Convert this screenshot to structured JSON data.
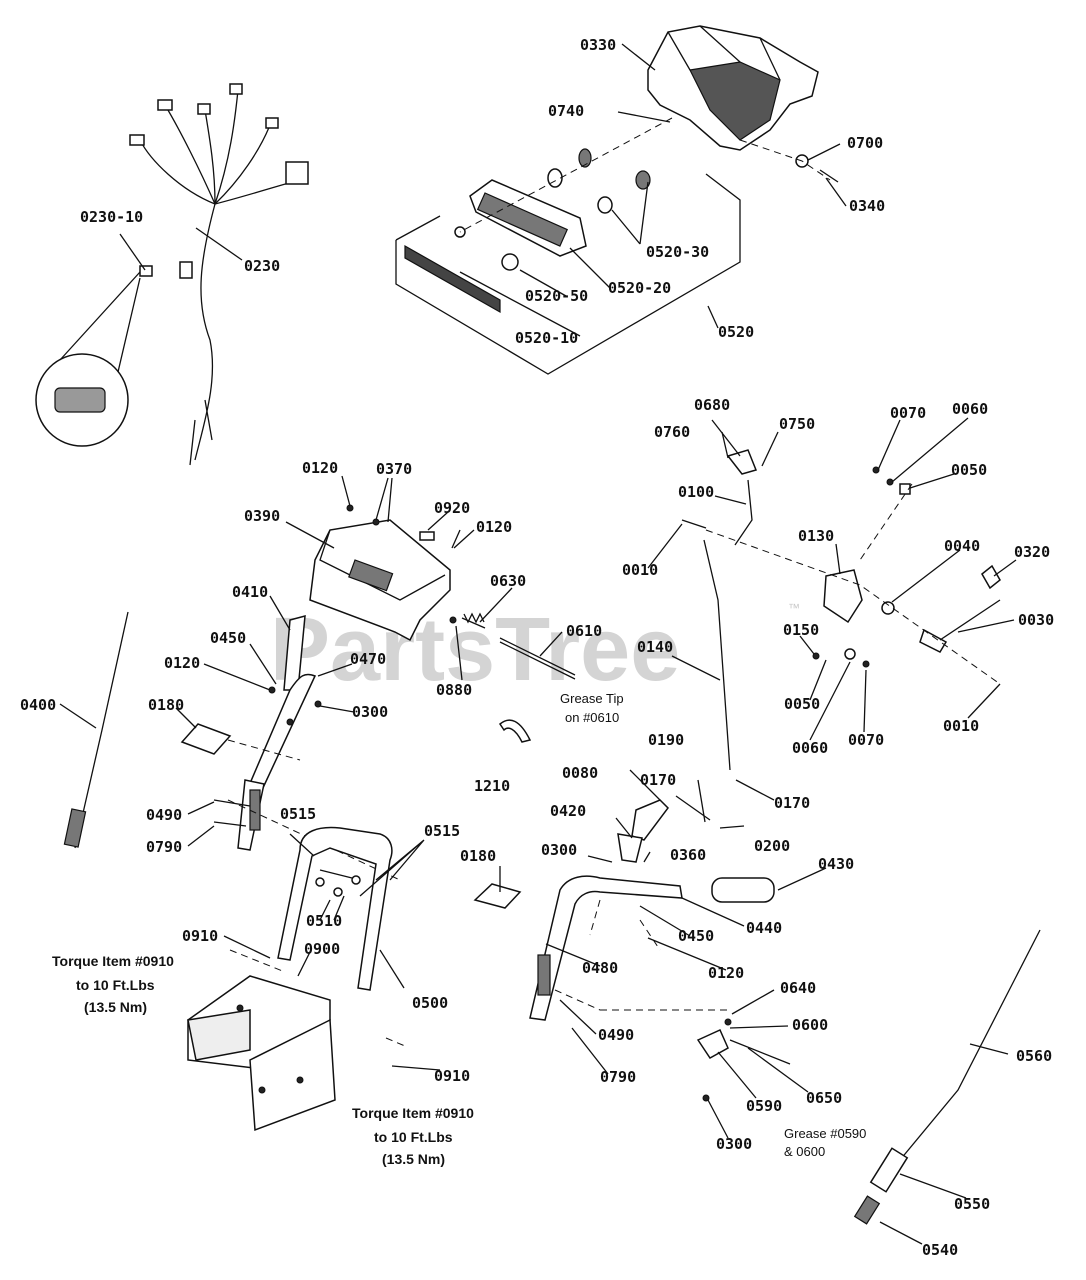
{
  "watermark": {
    "text": "PartsTree",
    "trademark": "™"
  },
  "labels": {
    "l0330": "0330",
    "l0740": "0740",
    "l0700": "0700",
    "l0340": "0340",
    "l0520_30": "0520-30",
    "l0520_20": "0520-20",
    "l0520_50": "0520-50",
    "l0520_10": "0520-10",
    "l0520": "0520",
    "l0230_10": "0230-10",
    "l0230": "0230",
    "l0680": "0680",
    "l0760": "0760",
    "l0750": "0750",
    "l0100": "0100",
    "l0010a": "0010",
    "l0010b": "0010",
    "l0070a": "0070",
    "l0070b": "0070",
    "l0060a": "0060",
    "l0060b": "0060",
    "l0050a": "0050",
    "l0050b": "0050",
    "l0130": "0130",
    "l0040": "0040",
    "l0320": "0320",
    "l0030": "0030",
    "l0150": "0150",
    "l0140": "0140",
    "l0120a": "0120",
    "l0120b": "0120",
    "l0120c": "0120",
    "l0120d": "0120",
    "l0370": "0370",
    "l0390": "0390",
    "l0920": "0920",
    "l0630": "0630",
    "l0610": "0610",
    "l0880": "0880",
    "l0410": "0410",
    "l0450a": "0450",
    "l0450b": "0450",
    "l0470": "0470",
    "l0300a": "0300",
    "l0300b": "0300",
    "l0300c": "0300",
    "l0400": "0400",
    "l0180a": "0180",
    "l0180b": "0180",
    "l1210": "1210",
    "l0190": "0190",
    "l0170a": "0170",
    "l0170b": "0170",
    "l0200": "0200",
    "l0080": "0080",
    "l0420": "0420",
    "l0360": "0360",
    "l0430": "0430",
    "l0440": "0440",
    "l0480": "0480",
    "l0490a": "0490",
    "l0490b": "0490",
    "l0790a": "0790",
    "l0790b": "0790",
    "l0515a": "0515",
    "l0515b": "0515",
    "l0510": "0510",
    "l0910a": "0910",
    "l0910b": "0910",
    "l0900": "0900",
    "l0500": "0500",
    "l0640": "0640",
    "l0600": "0600",
    "l0650": "0650",
    "l0590": "0590",
    "l0560": "0560",
    "l0550": "0550",
    "l0540": "0540"
  },
  "notes": {
    "grease_tip_1": "Grease Tip",
    "grease_tip_2": "on #0610",
    "torque_left_1": "Torque Item #0910",
    "torque_left_2": "to 10 Ft.Lbs",
    "torque_left_3": "(13.5 Nm)",
    "torque_bottom_1": "Torque Item #0910",
    "torque_bottom_2": "to 10 Ft.Lbs",
    "torque_bottom_3": "(13.5 Nm)",
    "grease_0590_1": "Grease #0590",
    "grease_0590_2": "& 0600"
  }
}
